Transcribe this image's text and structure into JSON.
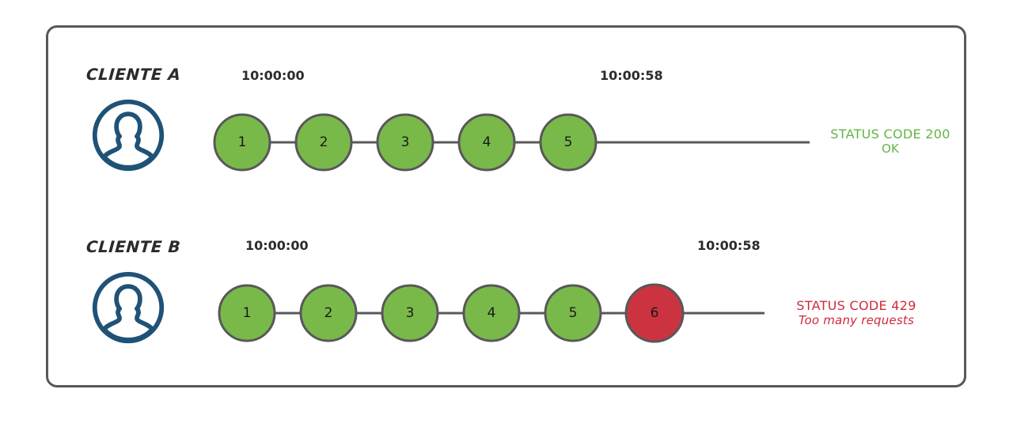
{
  "diagram": {
    "title_hidden": "",
    "colors": {
      "node_green": "#79b94a",
      "node_red": "#cc3340",
      "node_border": "#58585a",
      "connector": "#58585a",
      "avatar_blue": "#1f5276",
      "frame_border": "#58585a",
      "status_ok": "#62b447",
      "status_error": "#cf2b3b",
      "background": "#ffffff"
    },
    "rows": [
      {
        "id": "client-a",
        "label": "CLIENTE A",
        "avatar_icon": "user-avatar-icon",
        "start_time": "10:00:00",
        "end_time": "10:00:58",
        "nodes": [
          {
            "num": "1",
            "state": "ok"
          },
          {
            "num": "2",
            "state": "ok"
          },
          {
            "num": "3",
            "state": "ok"
          },
          {
            "num": "4",
            "state": "ok"
          },
          {
            "num": "5",
            "state": "ok"
          }
        ],
        "status": {
          "line1": "STATUS CODE 200",
          "line2": "OK",
          "state": "ok"
        }
      },
      {
        "id": "client-b",
        "label": "CLIENTE B",
        "avatar_icon": "user-avatar-icon",
        "start_time": "10:00:00",
        "end_time": "10:00:58",
        "nodes": [
          {
            "num": "1",
            "state": "ok"
          },
          {
            "num": "2",
            "state": "ok"
          },
          {
            "num": "3",
            "state": "ok"
          },
          {
            "num": "4",
            "state": "ok"
          },
          {
            "num": "5",
            "state": "ok"
          },
          {
            "num": "6",
            "state": "error"
          }
        ],
        "status": {
          "line1": "STATUS CODE 429",
          "line2": "Too many requests",
          "state": "error"
        }
      }
    ]
  }
}
